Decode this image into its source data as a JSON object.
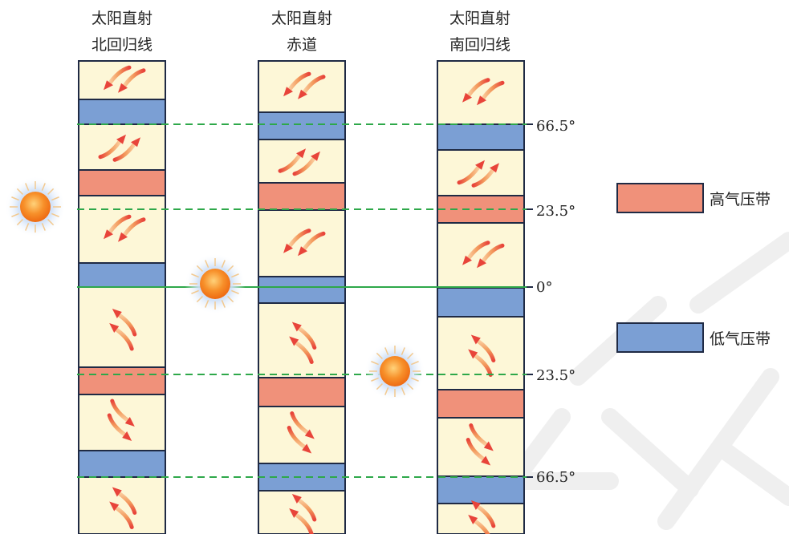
{
  "columns": [
    {
      "heading_line1": "太阳直射",
      "heading_line2": "北回归线",
      "sun_at": "23.5°N",
      "cells": [
        {
          "kind": "wind",
          "dir": "sw"
        },
        {
          "kind": "low"
        },
        {
          "kind": "wind",
          "dir": "ne"
        },
        {
          "kind": "high"
        },
        {
          "kind": "wind",
          "dir": "sw"
        },
        {
          "kind": "low"
        },
        {
          "kind": "wind",
          "dir": "nw"
        },
        {
          "kind": "high"
        },
        {
          "kind": "wind",
          "dir": "se"
        },
        {
          "kind": "low"
        },
        {
          "kind": "wind",
          "dir": "nw"
        }
      ]
    },
    {
      "heading_line1": "太阳直射",
      "heading_line2": "赤道",
      "sun_at": "0°",
      "cells": [
        {
          "kind": "wind",
          "dir": "sw"
        },
        {
          "kind": "low"
        },
        {
          "kind": "wind",
          "dir": "ne"
        },
        {
          "kind": "high"
        },
        {
          "kind": "wind",
          "dir": "sw"
        },
        {
          "kind": "low"
        },
        {
          "kind": "wind",
          "dir": "nw"
        },
        {
          "kind": "high"
        },
        {
          "kind": "wind",
          "dir": "se"
        },
        {
          "kind": "low"
        },
        {
          "kind": "wind",
          "dir": "nw"
        }
      ]
    },
    {
      "heading_line1": "太阳直射",
      "heading_line2": "南回归线",
      "sun_at": "23.5°S",
      "cells": [
        {
          "kind": "wind",
          "dir": "sw"
        },
        {
          "kind": "low"
        },
        {
          "kind": "wind",
          "dir": "ne"
        },
        {
          "kind": "high"
        },
        {
          "kind": "wind",
          "dir": "sw"
        },
        {
          "kind": "low"
        },
        {
          "kind": "wind",
          "dir": "nw"
        },
        {
          "kind": "high"
        },
        {
          "kind": "wind",
          "dir": "se"
        },
        {
          "kind": "low"
        },
        {
          "kind": "wind",
          "dir": "nw"
        }
      ]
    }
  ],
  "latitude_lines": [
    {
      "label": "66.5°",
      "style": "dashed"
    },
    {
      "label": "23.5°",
      "style": "dashed"
    },
    {
      "label": "0°",
      "style": "solid"
    },
    {
      "label": "23.5°",
      "style": "dashed"
    },
    {
      "label": "66.5°",
      "style": "dashed"
    }
  ],
  "legend": {
    "high_label": "高气压带",
    "low_label": "低气压带"
  },
  "colors": {
    "high_pressure": "#f0917a",
    "low_pressure": "#7b9fd4",
    "cell_bg": "#fdf7d7",
    "latitude_line": "#2ea84a",
    "wind_arrow": "#e8443a",
    "sun": "#f47a20"
  }
}
